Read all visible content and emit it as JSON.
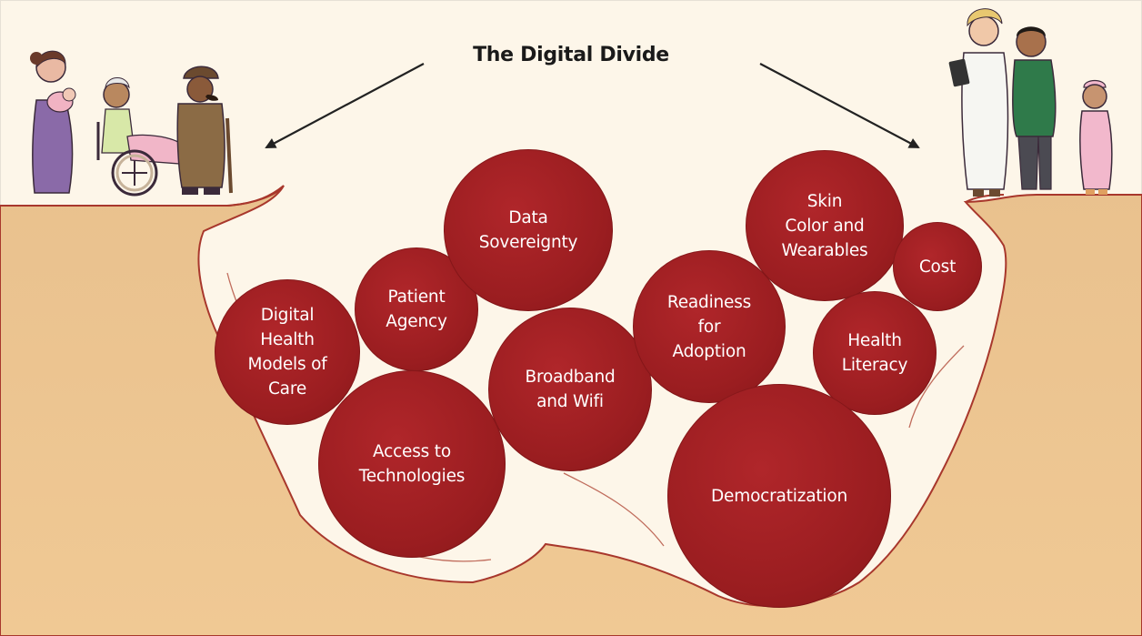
{
  "title": "The Digital Divide",
  "colors": {
    "background": "#fdf6e9",
    "ground": "#e8c08c",
    "bubble": "#9e1e22",
    "bubble_text": "#ffffff"
  },
  "bubbles": [
    {
      "id": "digital-health-models-of-care",
      "label": "Digital\nHealth\nModels of\nCare"
    },
    {
      "id": "patient-agency",
      "label": "Patient\nAgency"
    },
    {
      "id": "data-sovereignty",
      "label": "Data\nSovereignty"
    },
    {
      "id": "access-to-technologies",
      "label": "Access to\nTechnologies"
    },
    {
      "id": "broadband-and-wifi",
      "label": "Broadband\nand Wifi"
    },
    {
      "id": "readiness-for-adoption",
      "label": "Readiness\nfor\nAdoption"
    },
    {
      "id": "skin-color-and-wearables",
      "label": "Skin\nColor and\nWearables"
    },
    {
      "id": "cost",
      "label": "Cost"
    },
    {
      "id": "health-literacy",
      "label": "Health\nLiteracy"
    },
    {
      "id": "democratization",
      "label": "Democratization"
    }
  ],
  "icons": {
    "left_group": "patients-family-illustration",
    "right_group": "clinicians-illustration"
  }
}
